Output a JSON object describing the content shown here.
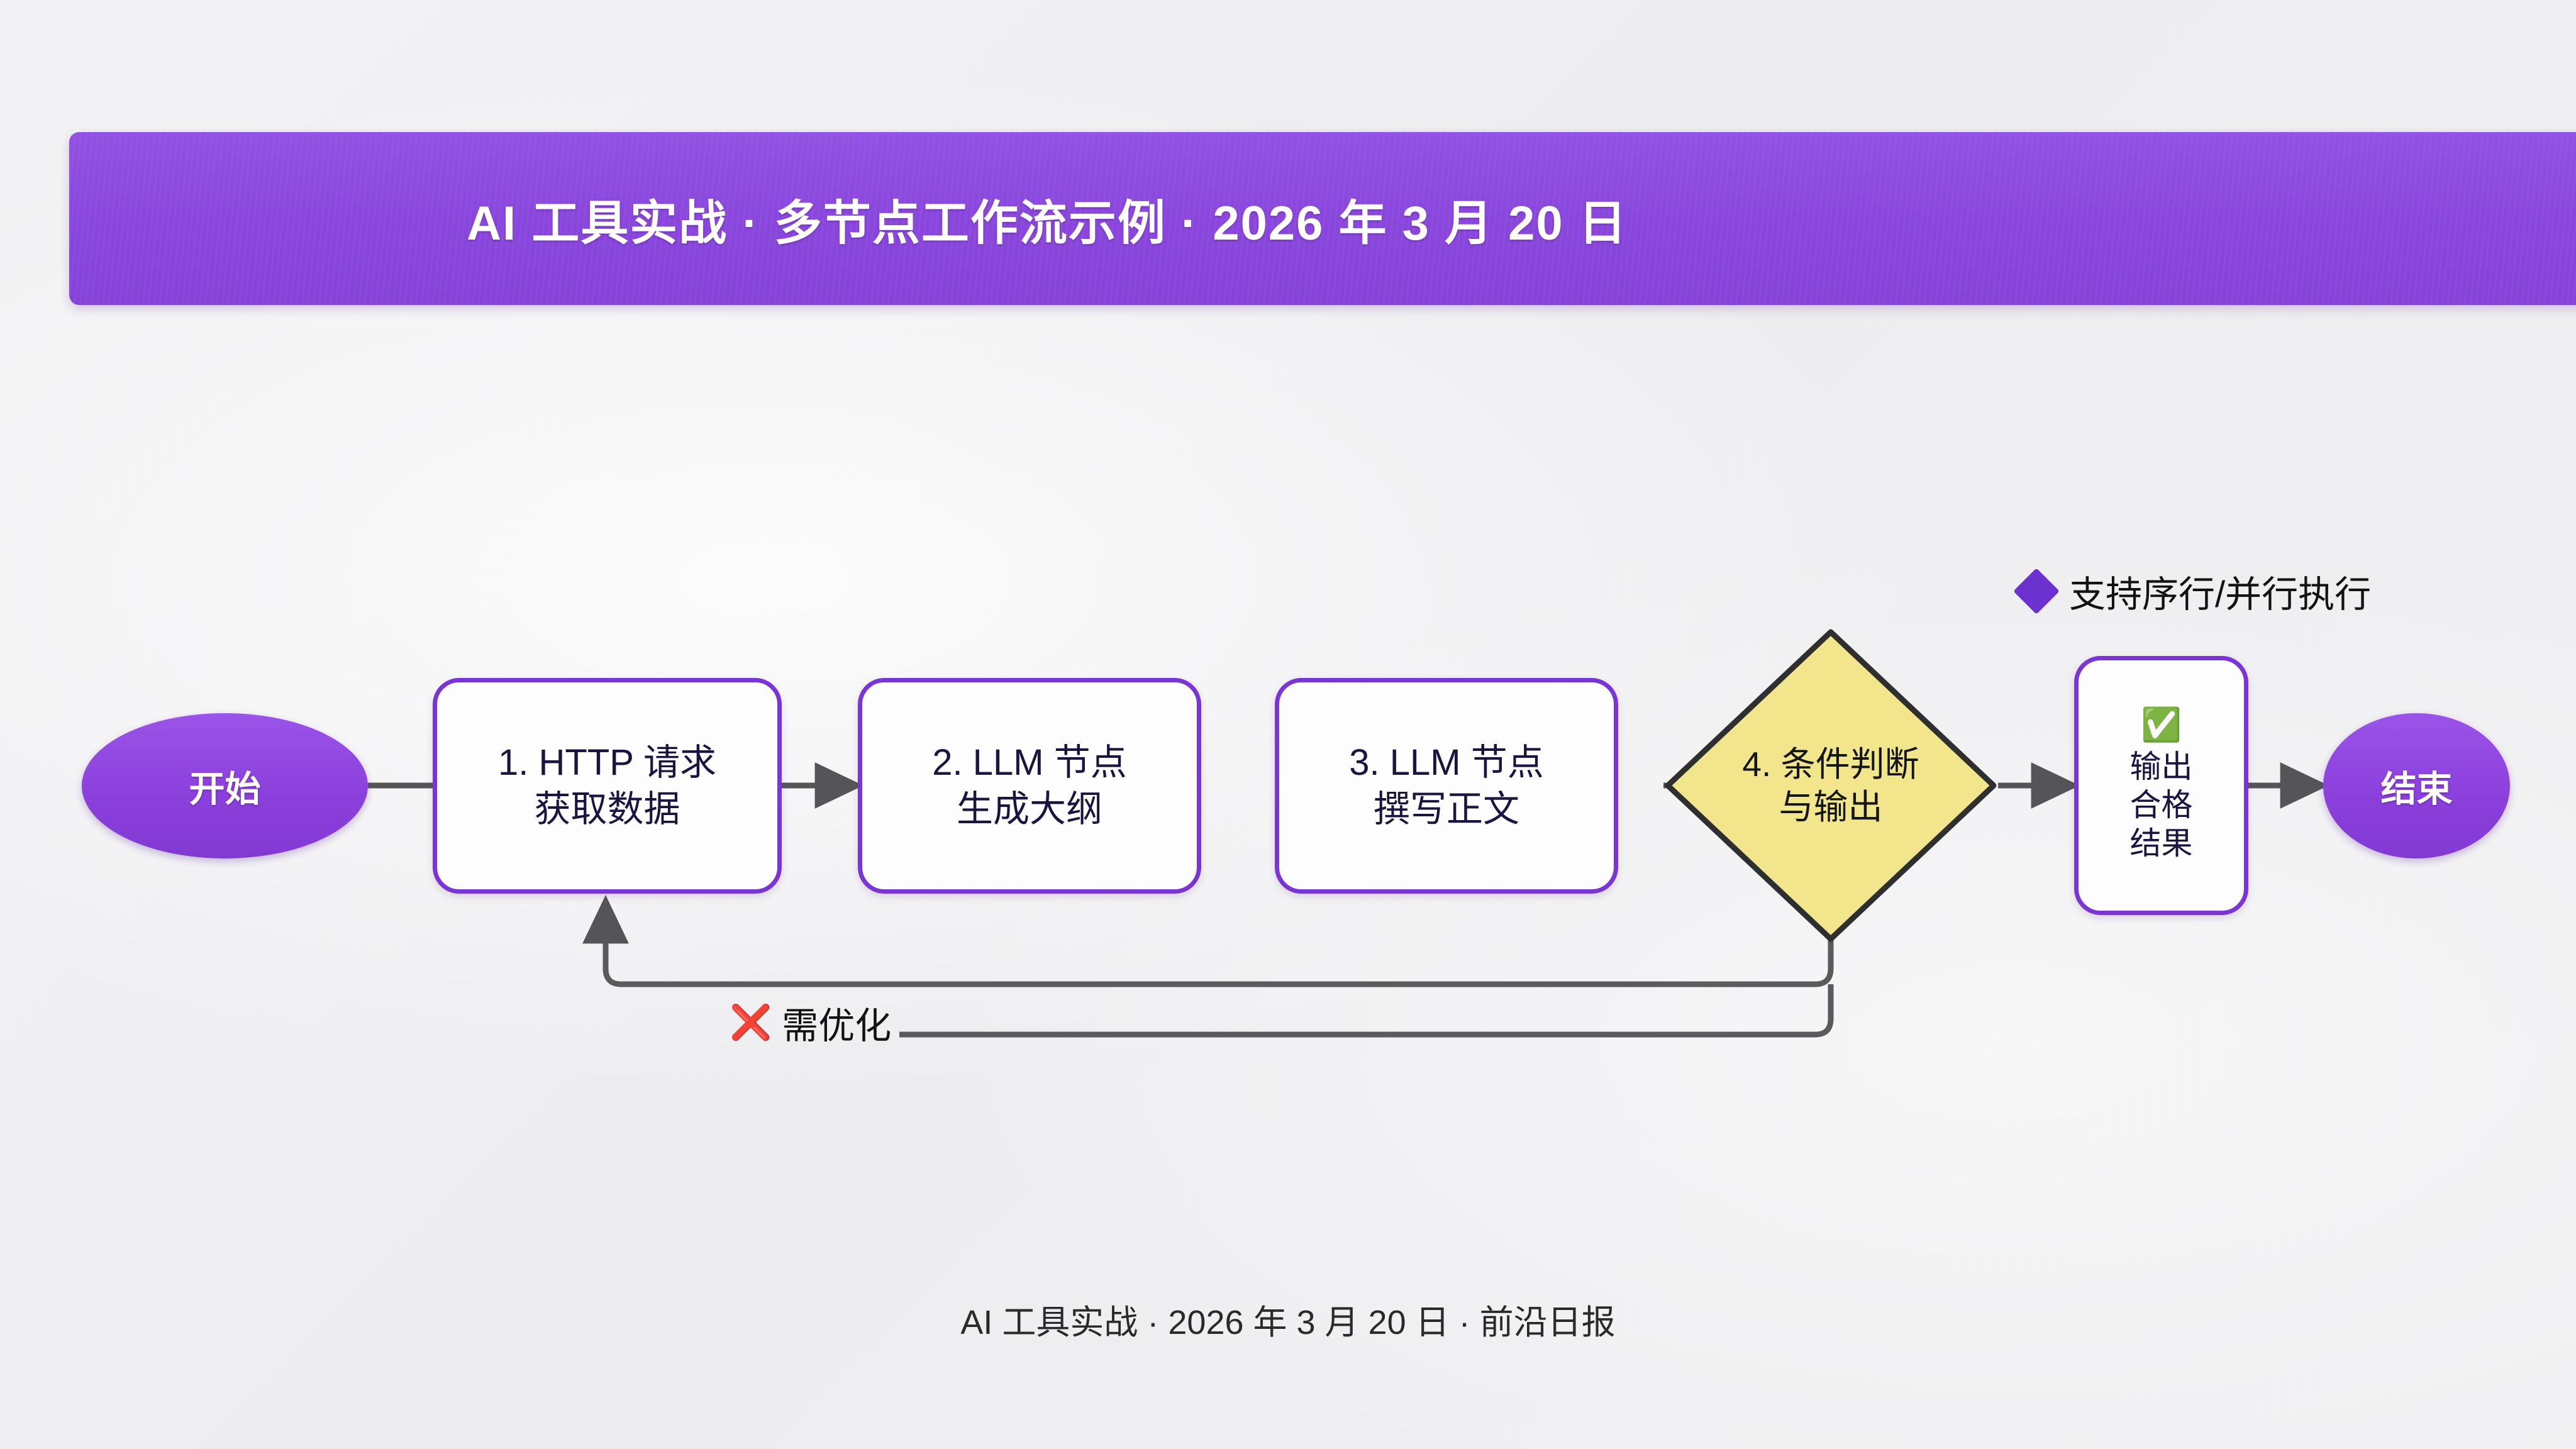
{
  "header": {
    "title": "AI 工具实战  ·  多节点工作流示例 · 2026 年 3 月 20 日",
    "background_color": "#8b47dd",
    "text_color": "#ffffff"
  },
  "legend": {
    "marker_icon": "purple-diamond-icon",
    "marker_color": "#6c32cf",
    "text": "支持序行/并行执行"
  },
  "flow": {
    "start": {
      "label": "开始",
      "shape": "ellipse",
      "fill": "#8c40dd"
    },
    "steps": [
      {
        "id": "step-1",
        "line1": "1. HTTP 请求",
        "line2": "获取数据",
        "shape": "process",
        "border": "#7b35d4"
      },
      {
        "id": "step-2",
        "line1": "2. LLM 节点",
        "line2": "生成大纲",
        "shape": "process",
        "border": "#7b35d4"
      },
      {
        "id": "step-3",
        "line1": "3. LLM 节点",
        "line2": "撰写正文",
        "shape": "process",
        "border": "#7b35d4"
      }
    ],
    "decision": {
      "id": "step-4",
      "line1": "4. 条件判断",
      "line2": "与输出",
      "shape": "diamond",
      "fill": "#f2e68c",
      "border": "#2f2f2f"
    },
    "output": {
      "id": "output-node",
      "badge_icon": "green-check-circle-icon",
      "badge": "✅",
      "line1": "输出",
      "line2": "合格",
      "line3": "结果",
      "shape": "process",
      "border": "#7b35d4"
    },
    "end": {
      "label": "结束",
      "shape": "ellipse",
      "fill": "#8c40dd"
    },
    "loop": {
      "badge_icon": "red-cross-mark-icon",
      "badge": "❌",
      "label": "需优化",
      "connector_color": "#5a5a5f"
    }
  },
  "footer": {
    "text": "AI 工具实战 · 2026 年 3 月 20 日 · 前沿日报"
  }
}
